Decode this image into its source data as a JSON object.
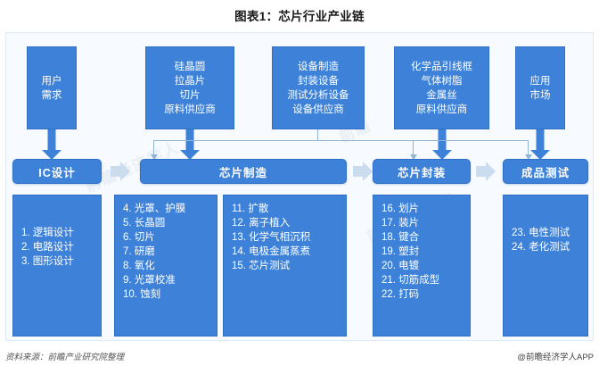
{
  "title": "图表1：芯片行业产业链",
  "supply_boxes": [
    {
      "id": "user-demand",
      "text": "用户\n需求"
    },
    {
      "id": "wafer-supply",
      "text": "硅晶圆\n拉晶片\n切片\n原料供应商"
    },
    {
      "id": "equipment-supply",
      "text": "设备制造\n封装设备\n测试分析设备\n设备供应商"
    },
    {
      "id": "material-supply",
      "text": "化学品引线框\n气体树脂\n金属丝\n原料供应商"
    },
    {
      "id": "application-market",
      "text": "应用\n市场"
    }
  ],
  "process_stages": [
    {
      "id": "ic-design",
      "label": "IC设计"
    },
    {
      "id": "chip-manufacture",
      "label": "芯片制造"
    },
    {
      "id": "chip-package",
      "label": "芯片封装"
    },
    {
      "id": "final-test",
      "label": "成品测试"
    }
  ],
  "detail_boxes": [
    {
      "id": "design-steps",
      "text": "1. 逻辑设计\n2. 电路设计\n3. 图形设计"
    },
    {
      "id": "manufacture-steps-a",
      "text": "4. 光罩、护膜\n5. 长晶圆\n6. 切片\n7. 研磨\n8. 氧化\n9. 光罩校准\n10. 蚀刻"
    },
    {
      "id": "manufacture-steps-b",
      "text": "11. 扩散\n12. 离子植入\n13. 化学气相沉积\n14. 电极金属蒸煮\n15. 芯片测试"
    },
    {
      "id": "package-steps",
      "text": "16. 划片\n17. 装片\n18. 键合\n19. 塑封\n20. 电镀\n21. 切筋成型\n22. 打码"
    },
    {
      "id": "test-steps",
      "text": "23. 电性测试\n24. 老化测试"
    }
  ],
  "footer": {
    "source": "资料来源：前瞻产业研究院整理",
    "brand": "@前瞻经济学人APP"
  },
  "watermark": {
    "a": "前瞻经济学人",
    "b": "前瞻经济学人",
    "c": "前瞻"
  },
  "colors": {
    "box_fill": "#3d82d8",
    "box_border": "#2f6fc4",
    "panel_bg": "#f7fbff",
    "chevron": "#ccdcef",
    "connector": "#8fb4d8"
  }
}
